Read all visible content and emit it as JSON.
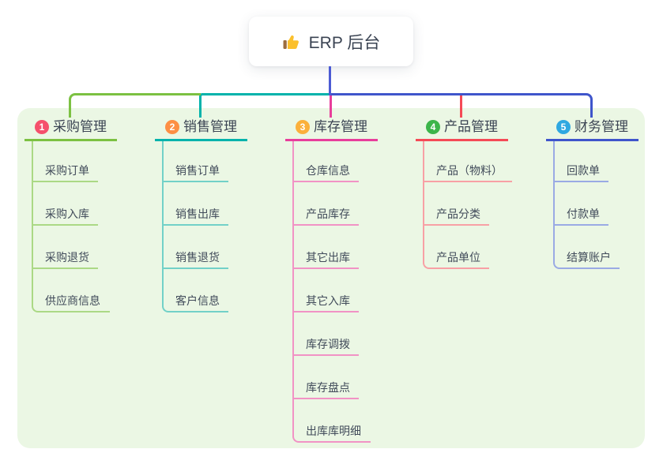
{
  "root": {
    "label": "ERP 后台",
    "icon": "thumbs-up-icon"
  },
  "branches": [
    {
      "num": "1",
      "label": "采购管理",
      "badge_color": "#f5506c",
      "line_color": "#7cc142",
      "child_line_color": "#abd985",
      "children": [
        "采购订单",
        "采购入库",
        "采购退货",
        "供应商信息"
      ]
    },
    {
      "num": "2",
      "label": "销售管理",
      "badge_color": "#fd8f44",
      "line_color": "#00b3ab",
      "child_line_color": "#72d1c8",
      "children": [
        "销售订单",
        "销售出库",
        "销售退货",
        "客户信息"
      ]
    },
    {
      "num": "3",
      "label": "库存管理",
      "badge_color": "#fbb03b",
      "line_color": "#e83e9b",
      "child_line_color": "#f193c5",
      "children": [
        "仓库信息",
        "产品库存",
        "其它出库",
        "其它入库",
        "库存调拨",
        "库存盘点",
        "出库库明细"
      ]
    },
    {
      "num": "4",
      "label": "产品管理",
      "badge_color": "#3cb54a",
      "line_color": "#f54a56",
      "child_line_color": "#f8a0a5",
      "children": [
        "产品（物料）",
        "产品分类",
        "产品单位"
      ]
    },
    {
      "num": "5",
      "label": "财务管理",
      "badge_color": "#2fa8e1",
      "line_color": "#3f55cb",
      "child_line_color": "#9aaae4",
      "children": [
        "回款单",
        "付款单",
        "结算账户"
      ]
    }
  ],
  "colors": {
    "canvas_bg": "#ffffff",
    "panel_bg": "#ebf7e4",
    "root_connector": "#4c5bd4",
    "header_text": "#3b4453",
    "child_text": "#414b5a"
  }
}
